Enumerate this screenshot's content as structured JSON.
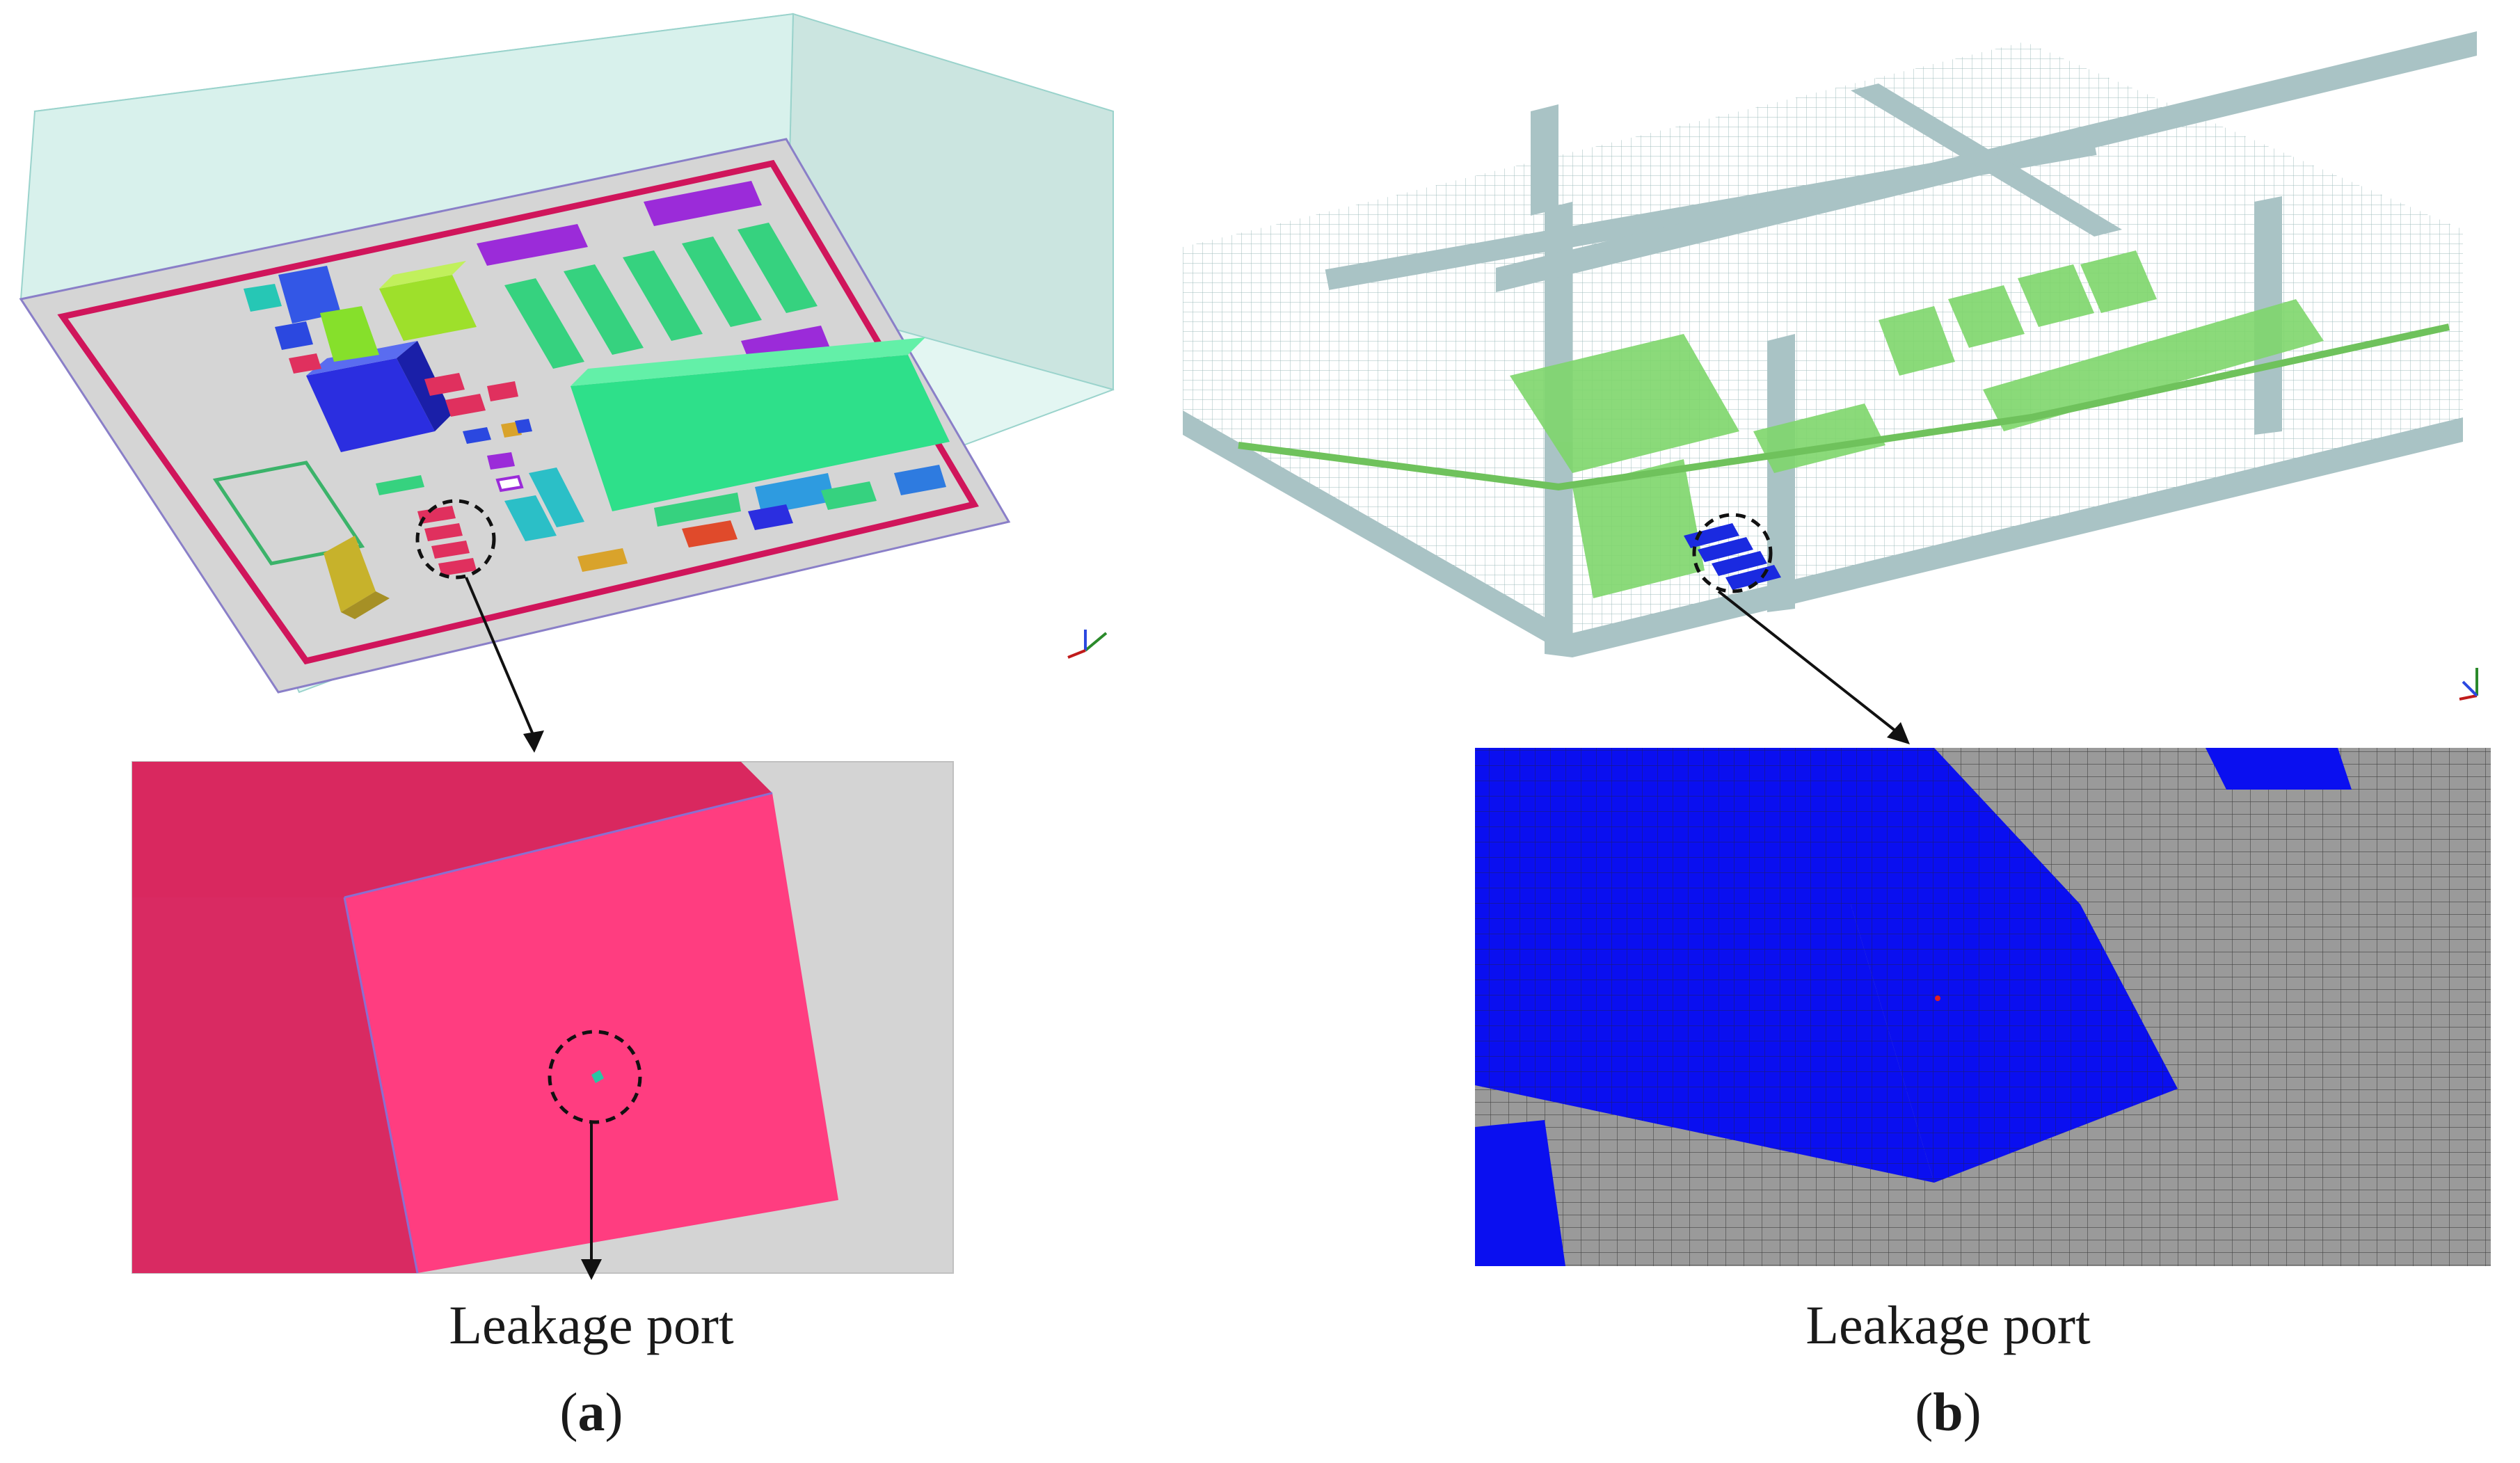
{
  "figure": {
    "panel_a": {
      "callout_label": "Leakage port",
      "sub_label": "a",
      "colors": {
        "housing": "#cfeee9",
        "board": "#d6d6d6",
        "trace": "#d0155b",
        "port": "#ff3d80",
        "port_side": "#d92a62"
      }
    },
    "panel_b": {
      "callout_label": "Leakage port",
      "sub_label": "b",
      "colors": {
        "mesh_frame": "#a9c3c5",
        "mesh_lines": "#9fbcbc",
        "components": "#6fcf5c",
        "port_mesh": "#0a0ff0",
        "ground_mesh": "#9a9a9a"
      }
    }
  }
}
